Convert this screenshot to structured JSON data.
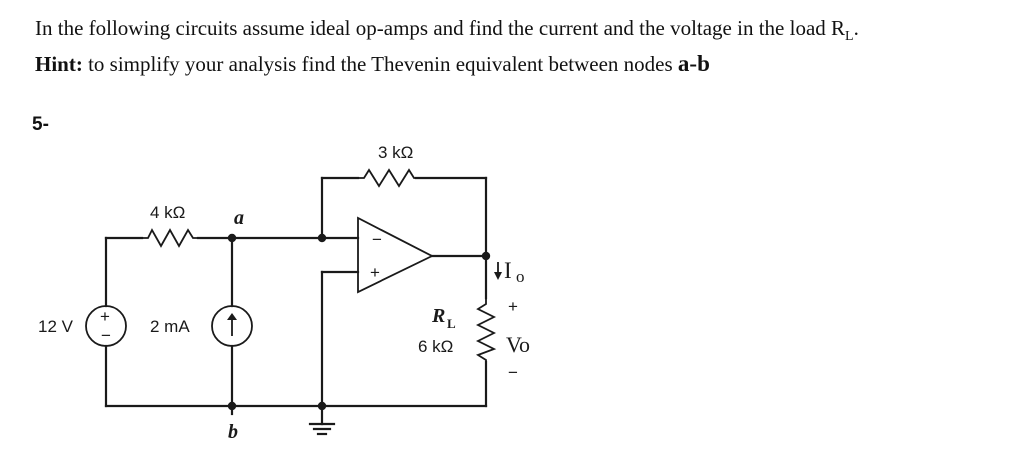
{
  "problem": {
    "line1_text": "In the following circuits assume ideal op-amps and find the current and the voltage in the load R",
    "line1_subscript": "L",
    "line1_end": ".",
    "hint_label": "Hint:",
    "hint_text": " to simplify your analysis find the Thevenin equivalent between nodes ",
    "hint_nodes": "a-b",
    "number": "5-"
  },
  "circuit": {
    "resistor_top": "3 kΩ",
    "resistor_left": "4 kΩ",
    "node_a": "a",
    "node_b": "b",
    "voltage_source": "12 V",
    "voltage_plus": "+",
    "voltage_minus": "−",
    "current_source": "2 mA",
    "opamp_minus": "−",
    "opamp_plus": "+",
    "load_name": "R",
    "load_sub": "L",
    "load_value": "6 kΩ",
    "current_label": "I",
    "current_sub": "o",
    "vo_plus": "+",
    "vo_label": "Vo",
    "vo_minus": "−"
  }
}
